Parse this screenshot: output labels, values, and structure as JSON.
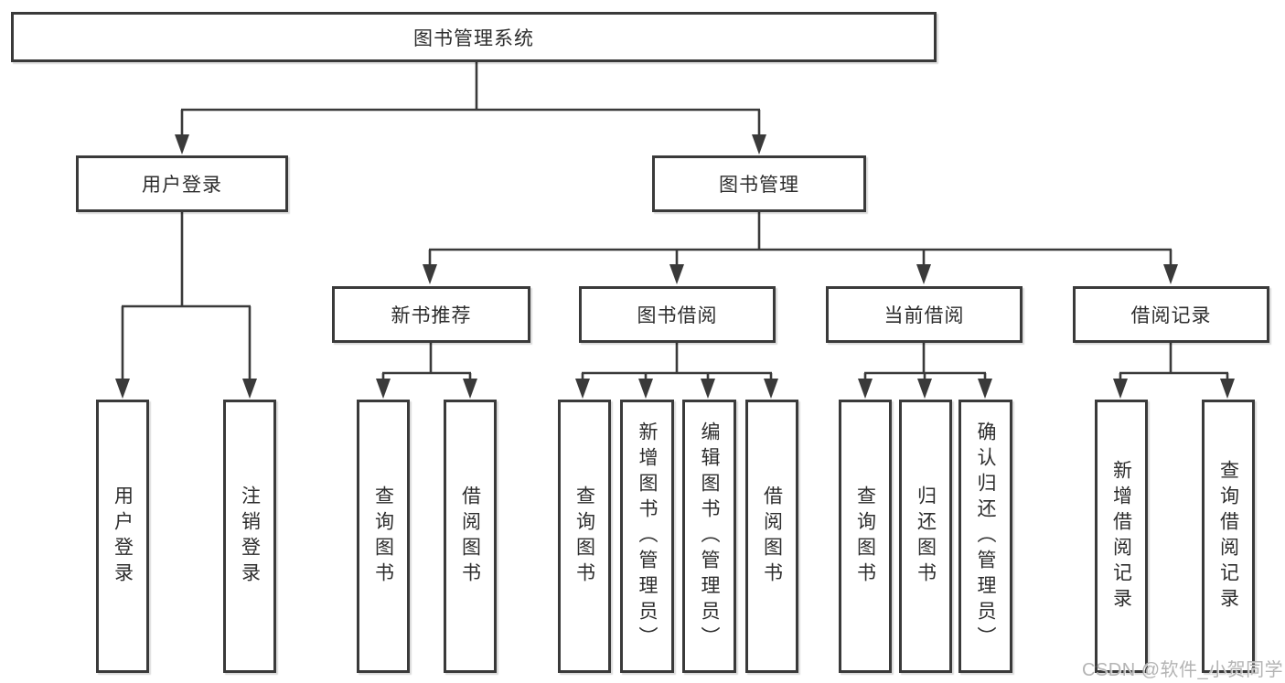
{
  "diagram": {
    "root": "图书管理系统",
    "level1": [
      "用户登录",
      "图书管理"
    ],
    "level2": [
      "新书推荐",
      "图书借阅",
      "当前借阅",
      "借阅记录"
    ],
    "leaves": [
      "用户登录",
      "注销登录",
      "查询图书",
      "借阅图书",
      "查询图书",
      "新增图书（管理员）",
      "编辑图书（管理员）",
      "借阅图书",
      "查询图书",
      "归还图书",
      "确认归还（管理员）",
      "新增借阅记录",
      "查询借阅记录"
    ]
  },
  "watermark": "CSDN @软件_小贺同学",
  "colors": {
    "line": "#3a3a3a",
    "text": "#2d2d2d",
    "watermark": "#b4b4b4",
    "background": "#ffffff"
  }
}
